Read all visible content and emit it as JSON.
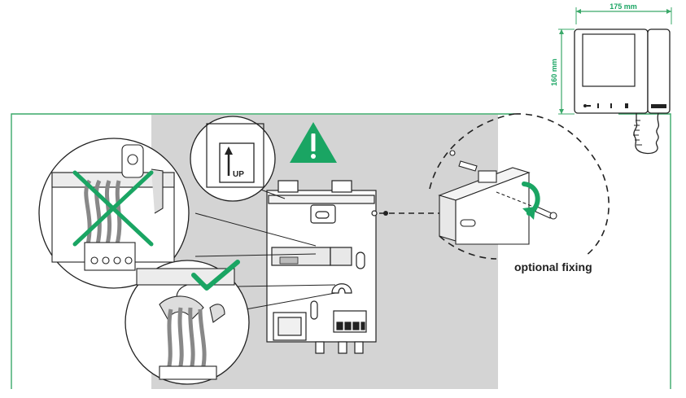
{
  "dimensions": {
    "width_label": "175 mm",
    "height_label": "160 mm"
  },
  "labels": {
    "up_sign": "UP",
    "optional_fixing": "optional fixing"
  },
  "colors": {
    "accent_green": "#1aa563",
    "frame_green": "#3aa869",
    "wall_gray": "#d4d4d4",
    "line_dark": "#222222"
  },
  "icons": {
    "warning": "warning-triangle-icon",
    "wrong": "cross-mark-icon",
    "correct": "check-mark-icon",
    "up": "arrow-up-icon",
    "rotate": "rotate-arrow-icon"
  }
}
